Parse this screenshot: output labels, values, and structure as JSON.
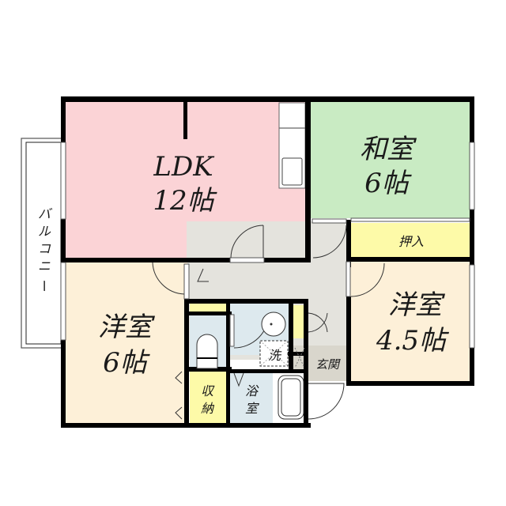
{
  "floor_plan": {
    "colors": {
      "ldk": "#fbd3d6",
      "washitsu": "#c9ebc3",
      "yoshitsu": "#fdf0d8",
      "storage": "#fdfaa8",
      "wet_area": "#dde9ee",
      "hallway": "#e4e3dd",
      "genkan": "#d9d6cc",
      "wall": "#000000"
    },
    "rooms": {
      "ldk": {
        "name": "LDK",
        "size": "12帖"
      },
      "washitsu": {
        "name": "和室",
        "size": "6帖"
      },
      "oshiire": {
        "name": "押入"
      },
      "yoshitsu_west": {
        "name": "洋室",
        "size": "6帖"
      },
      "yoshitsu_east": {
        "name": "洋室",
        "size": "4.5帖"
      },
      "shuno": {
        "name_line1": "収",
        "name_line2": "納"
      },
      "bathroom": {
        "name_line1": "浴",
        "name_line2": "室"
      },
      "washer": {
        "name": "洗"
      },
      "genkan": {
        "name": "玄関"
      },
      "balcony": {
        "chars": [
          "バ",
          "ル",
          "コ",
          "ニ",
          "ー"
        ]
      }
    }
  }
}
